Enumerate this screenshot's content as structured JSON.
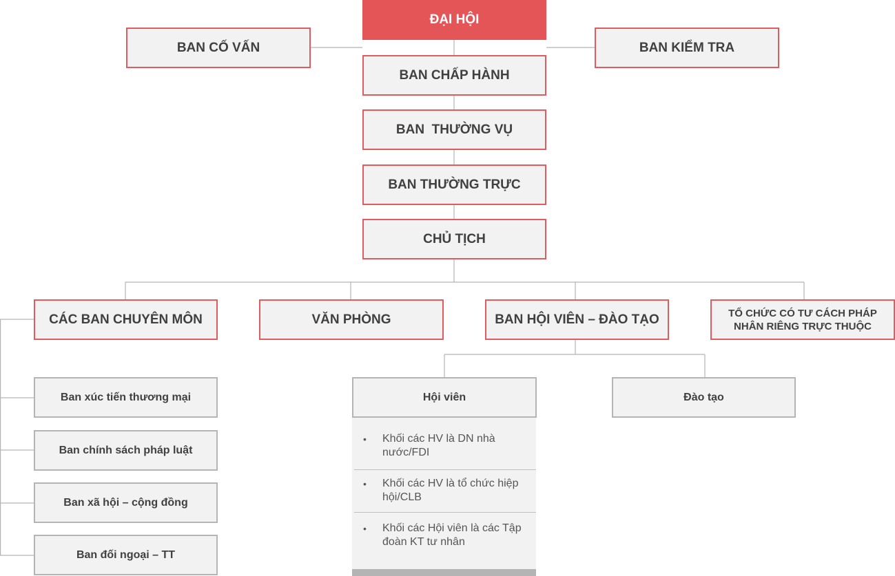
{
  "nodes": {
    "dai_hoi": "ĐẠI HỘI",
    "ban_co_van": "BAN CỐ VẤN",
    "ban_kiem_tra": "BAN KIỂM TRA",
    "ban_chap_hanh": "BAN CHẤP HÀNH",
    "ban_thuong_vu": "BAN  THƯỜNG VỤ",
    "ban_thuong_truc": "BAN THƯỜNG TRỰC",
    "chu_tich": "CHỦ TỊCH",
    "cac_ban_chuyen_mon": "CÁC BAN CHUYÊN MÔN",
    "van_phong": "VĂN PHÒNG",
    "ban_hoi_vien_dao_tao": "BAN HỘI VIÊN – ĐÀO TẠO",
    "to_chuc_line1": "TỔ CHỨC CÓ TƯ CÁCH PHÁP",
    "to_chuc_line2": "NHÂN RIÊNG TRỰC THUỘC",
    "ban_xuc_tien": "Ban xúc tiến thương mại",
    "ban_chinh_sach": "Ban chính sách pháp luật",
    "ban_xa_hoi": "Ban xã hội – cộng đồng",
    "ban_doi_ngoai": "Ban đối ngoại – TT",
    "hoi_vien": "Hội viên",
    "dao_tao": "Đào tạo"
  },
  "members_list": {
    "bullet": "•",
    "items": [
      "Khối các HV là DN nhà nước/FDI",
      "Khối các HV là tổ chức hiệp hội/CLB",
      "Khối các Hội viên là các Tập đoàn KT tư nhân"
    ]
  },
  "colors": {
    "accent_red": "#e45558",
    "border_red": "#e05a5e",
    "border_gray": "#b4b4b4",
    "box_fill": "#f2f2f2",
    "text": "#404040",
    "connector": "#b4b4b4"
  }
}
